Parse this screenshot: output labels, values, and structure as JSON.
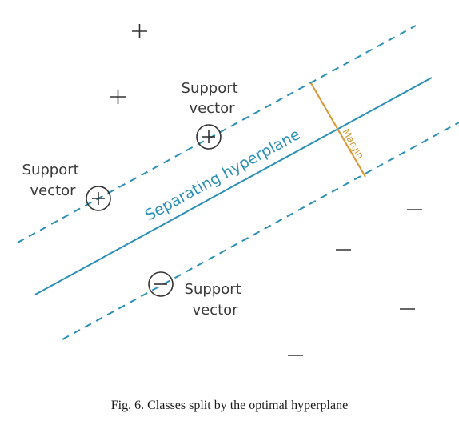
{
  "diagram": {
    "separating_label": "Separating hyperplane",
    "margin_label": "Margin",
    "support_vector_labels": [
      {
        "line1": "Support",
        "line2": "vector"
      },
      {
        "line1": "Support",
        "line2": "vector"
      },
      {
        "line1": "Support",
        "line2": "vector"
      }
    ],
    "colors": {
      "hyperplane": "#2a8fb8",
      "margin": "#d9962f",
      "marker": "#333333",
      "text": "#3a3a3a"
    }
  },
  "caption": "Fig. 6.  Classes split by the optimal hyperplane"
}
